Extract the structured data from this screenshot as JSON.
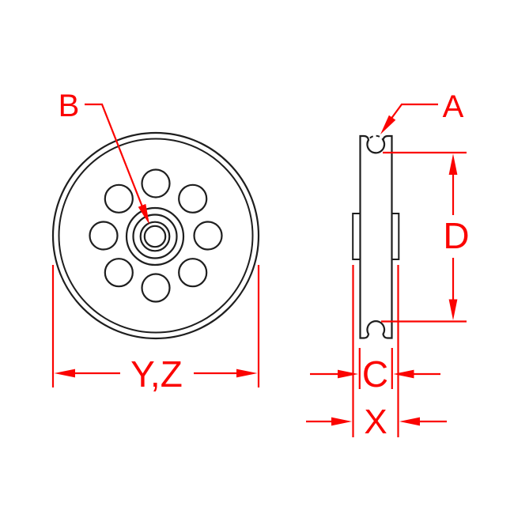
{
  "drawing": {
    "labels": {
      "a": "A",
      "b": "B",
      "c": "C",
      "d": "D",
      "x": "X",
      "yz": "Y,Z"
    },
    "front_view": {
      "bolt_hole_count": 8,
      "hub_ring_count": 4,
      "rim_line_count": 2
    },
    "side_view": {
      "groove_type": "U-groove",
      "rope_section_style": "dashed-circle"
    },
    "colors": {
      "dimension_red": "#fb0300",
      "outline_black": "#1e1e1e",
      "background": "#ffffff"
    }
  }
}
